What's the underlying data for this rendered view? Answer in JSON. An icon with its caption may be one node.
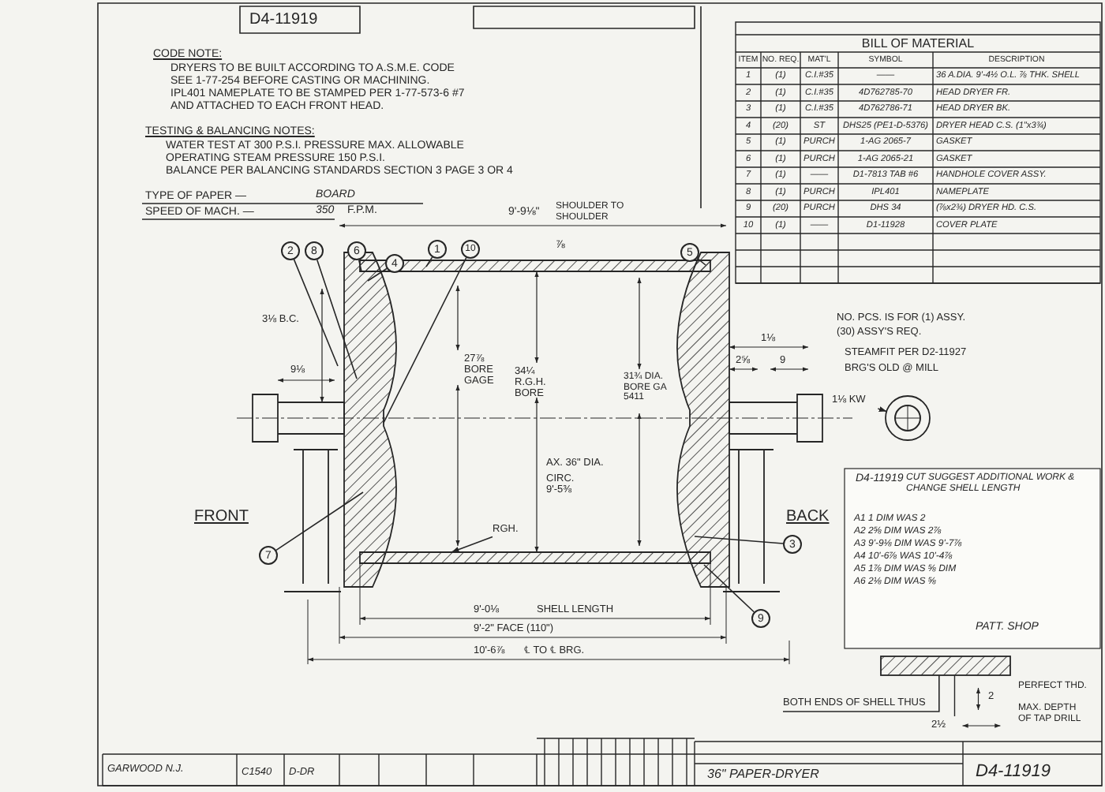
{
  "diagram": {
    "nodes": [
      {
        "text": [
          "2"
        ]
      },
      {
        "text": [
          "8"
        ]
      },
      {
        "text": [
          "6"
        ]
      },
      {
        "text": [
          "1"
        ]
      },
      {
        "text": [
          "10"
        ]
      },
      {
        "text": [
          "4"
        ]
      },
      {
        "text": [
          "5"
        ]
      },
      {
        "text": [
          "7"
        ]
      },
      {
        "text": [
          "3"
        ]
      },
      {
        "text": [
          "9"
        ]
      },
      {
        "text": [
          "1⅛ KW"
        ]
      },
      {
        "text": [
          "RGH."
        ]
      },
      {
        "text": [],
        "shape": "circle"
      },
      {
        "text": [
          "BOTH ENDS OF SHELL THUS"
        ]
      },
      {
        "text": [],
        "shape": "box"
      }
    ],
    "edges": [
      {
        "from": 0,
        "to": null,
        "arrow": "none"
      },
      {
        "from": 1,
        "to": null,
        "arrow": "none"
      },
      {
        "from": 2,
        "to": null,
        "arrow": "none"
      },
      {
        "from": 3,
        "to": null,
        "arrow": "none"
      },
      {
        "from": 4,
        "to": null,
        "arrow": "none"
      },
      {
        "from": 5,
        "to": null,
        "arrow": "none"
      },
      {
        "from": 6,
        "to": null,
        "arrow": "none"
      },
      {
        "from": 7,
        "to": null,
        "arrow": "none"
      },
      {
        "from": 8,
        "to": null,
        "arrow": "none"
      },
      {
        "from": 9,
        "to": null,
        "arrow": "none"
      },
      {
        "from": 10,
        "to": 12,
        "arrow": "to"
      },
      {
        "from": 11,
        "to": null,
        "arrow": "to"
      },
      {
        "from": 13,
        "to": 14,
        "arrow": "none"
      }
    ],
    "labels": [
      "D4-11919",
      "CODE NOTE:",
      "DRYERS TO BE BUILT ACCORDING TO A.S.M.E. CODE",
      "SEE 1-77-254 BEFORE CASTING OR MACHINING.",
      "IPL401 NAMEPLATE TO BE STAMPED PER 1-77-573-6 #7",
      "AND ATTACHED TO EACH FRONT HEAD.",
      "TESTING & BALANCING NOTES:",
      "WATER TEST AT 300 P.S.I. PRESSURE MAX. ALLOWABLE",
      "OPERATING STEAM PRESSURE 150 P.S.I.",
      "BALANCE PER BALANCING STANDARDS SECTION 3 PAGE 3 OR 4",
      "TYPE OF PAPER —",
      "BOARD",
      "SPEED OF MACH. —",
      "350",
      "F.P.M.",
      "BILL OF MATERIAL",
      "ITEM",
      "NO. REQ.",
      "MAT'L",
      "SYMBOL",
      "DESCRIPTION",
      "1",
      "(1)",
      "C.I.#35",
      "——",
      "36 A.DIA. 9'-4½ O.L. ⅞ THK. SHELL",
      "2",
      "(1)",
      "C.I.#35",
      "4D762785-70",
      "HEAD DRYER FR.",
      "3",
      "(1)",
      "C.I.#35",
      "4D762786-71",
      "HEAD DRYER BK.",
      "4",
      "(20)",
      "ST",
      "DHS25 (PE1-D-5376)",
      "DRYER HEAD C.S. (1\"x3¾)",
      "5",
      "(1)",
      "PURCH",
      "1-AG 2065-7",
      "GASKET",
      "6",
      "(1)",
      "PURCH",
      "1-AG 2065-21",
      "GASKET",
      "7",
      "(1)",
      "——",
      "D1-7813 TAB #6",
      "HANDHOLE COVER ASSY.",
      "8",
      "(1)",
      "PURCH",
      "IPL401",
      "NAMEPLATE",
      "9",
      "(20)",
      "PURCH",
      "DHS 34",
      "(⅞x2¾) DRYER HD. C.S.",
      "10",
      "(1)",
      "——",
      "D1-11928",
      "COVER PLATE",
      "NO. PCS. IS FOR (1) ASSY.",
      "(30) ASSY'S REQ.",
      "STEAMFIT PER D2-11927",
      "BRG'S OLD @ MILL",
      "9'-9⅛\"",
      "SHOULDER TO SHOULDER",
      "⅞",
      "3⅛ B.C.",
      "9⅛",
      "27⅞ BORE GAGE",
      "34¼ R.G.H. BORE",
      "31¾ DIA. BORE GA 5411",
      "AX. 36\" DIA.",
      "CIRC. 9'-5⅜",
      "FRONT",
      "BACK",
      "9'-0⅛",
      "SHELL LENGTH",
      "9'-2\" FACE (110\")",
      "10'-6⅞",
      "℄ TO ℄ BRG.",
      "1⅛",
      "2⅝",
      "9",
      "2",
      "2½",
      "PERFECT THD.",
      "MAX. DEPTH OF TAP DRILL",
      "36\" PAPER-DRYER",
      "D4-11919",
      "GARWOOD N.J.",
      "C1540",
      "D-DR",
      "D4-11919",
      "CUT SUGGEST ADDITIONAL WORK & CHANGE SHELL LENGTH",
      "A1 1 DIM WAS 2",
      "A2 2⅝ DIM WAS 2⅞",
      "A3 9'-9⅛ DIM WAS 9'-7⅞",
      "A4 10'-6⅞ WAS 10'-4⅞",
      "A5 1⅞ DIM WAS ⅝ DIM",
      "A6 2⅛ DIM WAS ⅝",
      "PATT. SHOP"
    ]
  }
}
